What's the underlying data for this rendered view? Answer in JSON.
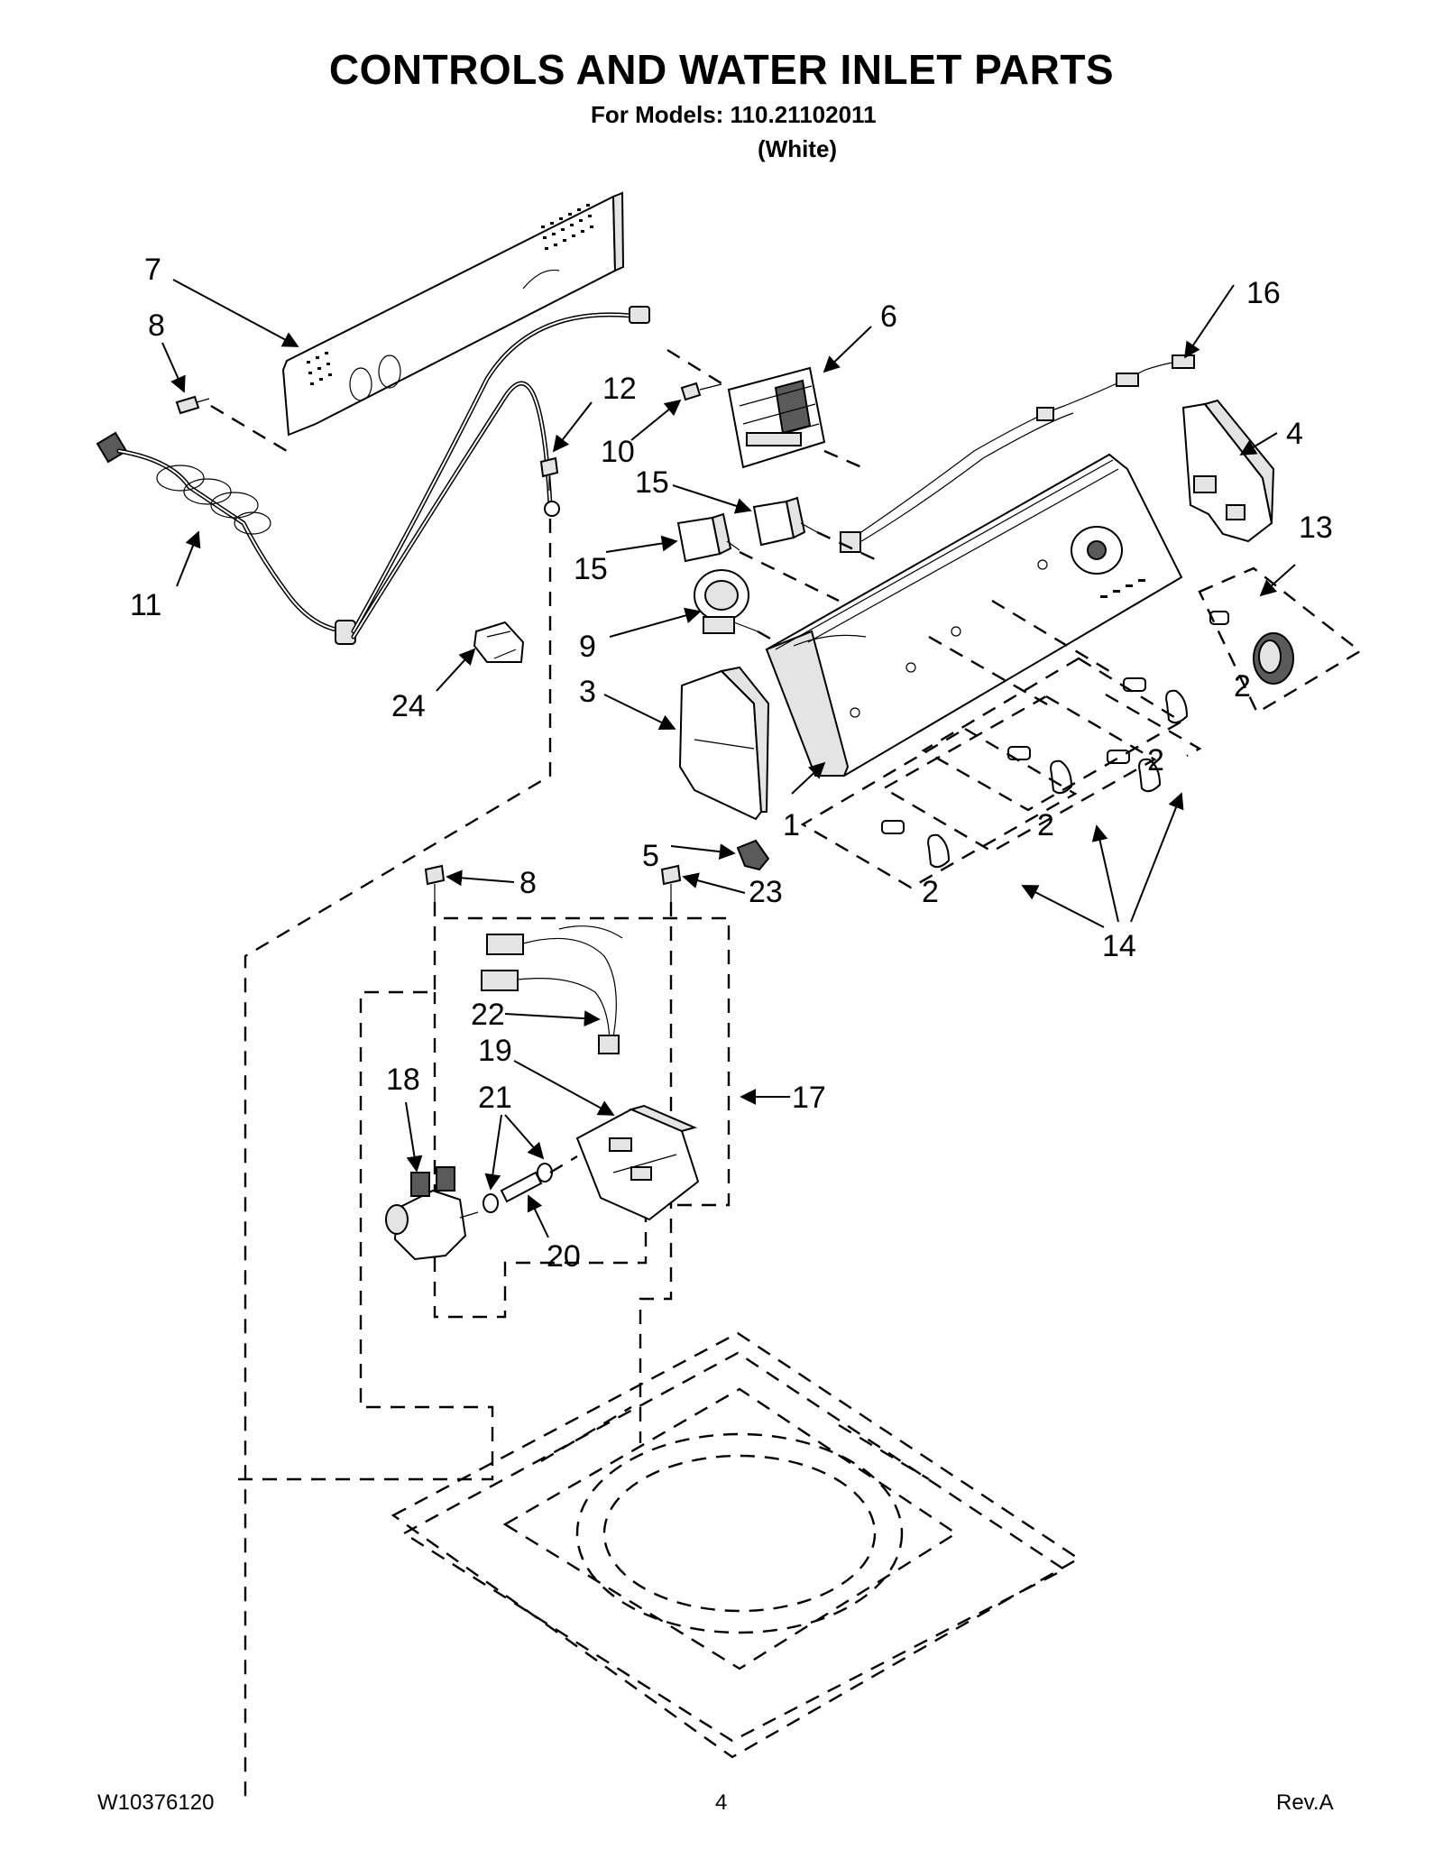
{
  "title": "CONTROLS AND WATER INLET PARTS",
  "models_line": "For Models: 110.21102011",
  "color_line": "(White)",
  "callouts": [
    "7",
    "8",
    "12",
    "6",
    "16",
    "10",
    "4",
    "15",
    "13",
    "15",
    "11",
    "9",
    "2",
    "24",
    "3",
    "2",
    "1",
    "2",
    "5",
    "2",
    "8",
    "23",
    "14",
    "22",
    "19",
    "18",
    "17",
    "21",
    "20"
  ],
  "footer": {
    "document_number": "W10376120",
    "page_number": "4",
    "revision": "Rev.A"
  }
}
